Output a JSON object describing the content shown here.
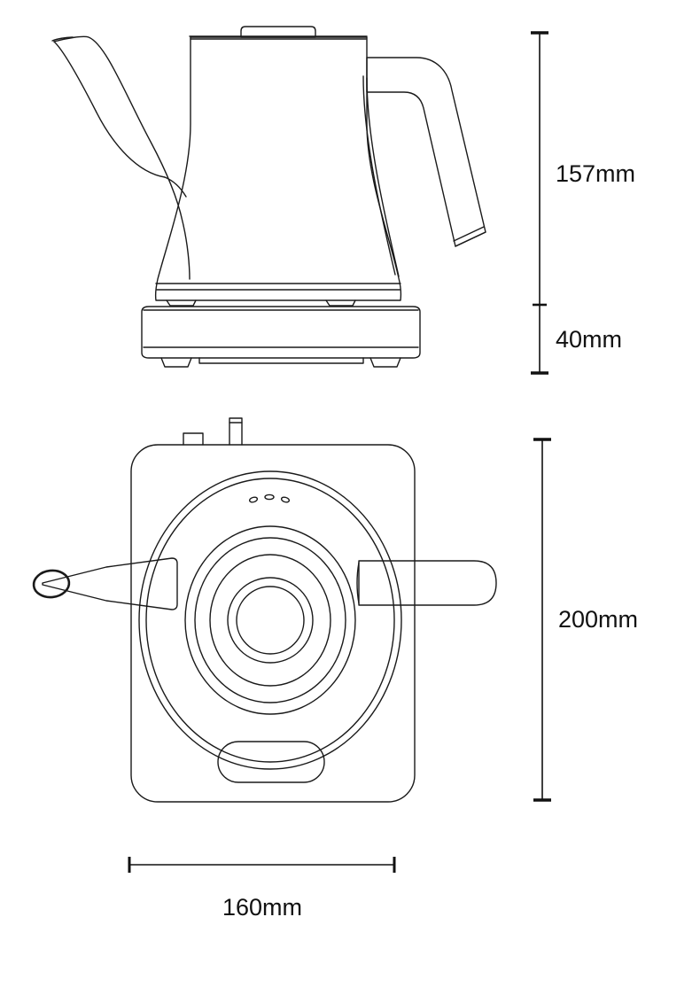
{
  "drawing": {
    "title": "Electric Kettle Dimension Drawing",
    "stroke_color": "#1a1a1a",
    "accent_color": "#000000",
    "background_color": "#ffffff",
    "unit": "mm"
  },
  "dimensions": {
    "kettle_body_height": "157mm",
    "base_height": "40mm",
    "top_view_depth": "200mm",
    "top_view_width": "160mm"
  },
  "views": {
    "side": {
      "name": "side-elevation-view",
      "parts": {
        "lid_knob": "lid-knob",
        "body": "kettle-body",
        "spout": "pour-spout",
        "handle": "kettle-handle",
        "collar": "body-collar-band",
        "base": "power-base"
      }
    },
    "top": {
      "name": "top-plan-view",
      "parts": {
        "base_plate": "base-plate-outline",
        "lid_rings": "concentric-lid-rings",
        "spout": "pour-spout-top",
        "handle": "kettle-handle-top",
        "indicator_dots": "indicator-marks",
        "switch_slot": "switch-slot",
        "tab_small": "base-tab-small",
        "tab_tall": "base-tab-tall"
      }
    }
  }
}
